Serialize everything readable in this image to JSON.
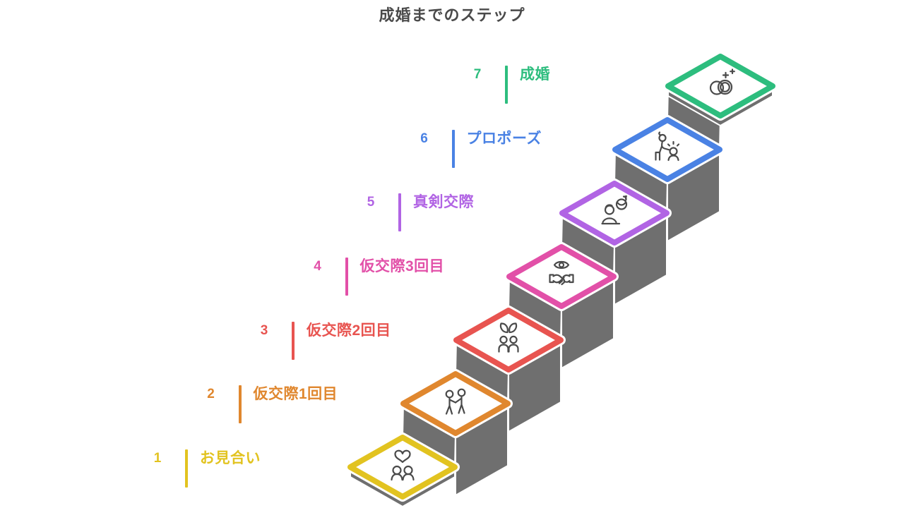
{
  "title": "成婚までのステップ",
  "title_color": "#4a4a4a",
  "background": "#ffffff",
  "stair": {
    "block_color": "#6f6f6f",
    "tread_fill": "#ffffff",
    "outline_color": "#ffffff"
  },
  "icon_stroke": "#4a4a4a",
  "steps": [
    {
      "number": "1",
      "label": "お見合い",
      "color": "#e2c320",
      "icon": "heart-couple-icon"
    },
    {
      "number": "2",
      "label": "仮交際1回目",
      "color": "#e0872e",
      "icon": "meeting-icon"
    },
    {
      "number": "3",
      "label": "仮交際2回目",
      "color": "#e85450",
      "icon": "couple-sprout-icon"
    },
    {
      "number": "4",
      "label": "仮交際3回目",
      "color": "#e250a8",
      "icon": "eye-handshake-icon"
    },
    {
      "number": "5",
      "label": "真剣交際",
      "color": "#b164e4",
      "icon": "dinner-date-icon"
    },
    {
      "number": "6",
      "label": "プロポーズ",
      "color": "#4a82e4",
      "icon": "proposal-icon"
    },
    {
      "number": "7",
      "label": "成婚",
      "color": "#2dbd7e",
      "icon": "wedding-rings-icon"
    }
  ]
}
